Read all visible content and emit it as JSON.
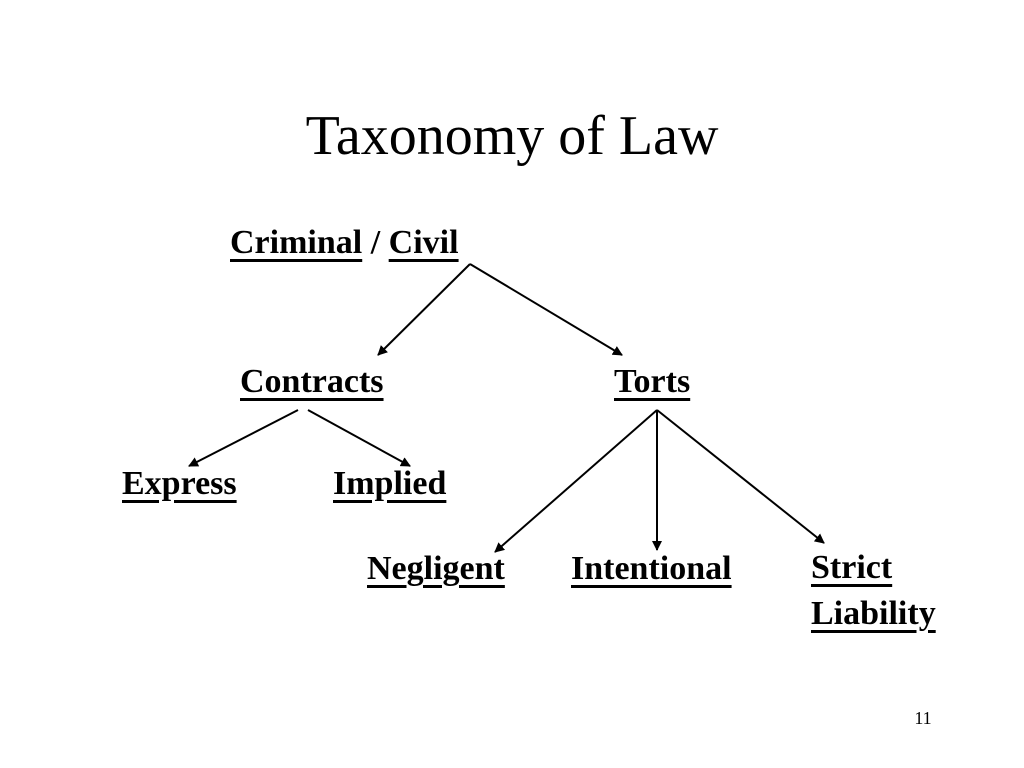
{
  "slide": {
    "title": "Taxonomy of Law",
    "page_number": "11"
  },
  "tree": {
    "root": {
      "left": "Criminal",
      "separator": "/",
      "right": "Civil"
    },
    "branch_contracts": {
      "label": "Contracts",
      "children": [
        "Express",
        "Implied"
      ]
    },
    "branch_torts": {
      "label": "Torts",
      "children": [
        "Negligent",
        "Intentional",
        "Strict Liability"
      ]
    },
    "leaf_strict_lines": [
      "Strict",
      "Liability"
    ]
  },
  "colors": {
    "background": "#ffffff",
    "text": "#000000",
    "lines": "#000000"
  }
}
